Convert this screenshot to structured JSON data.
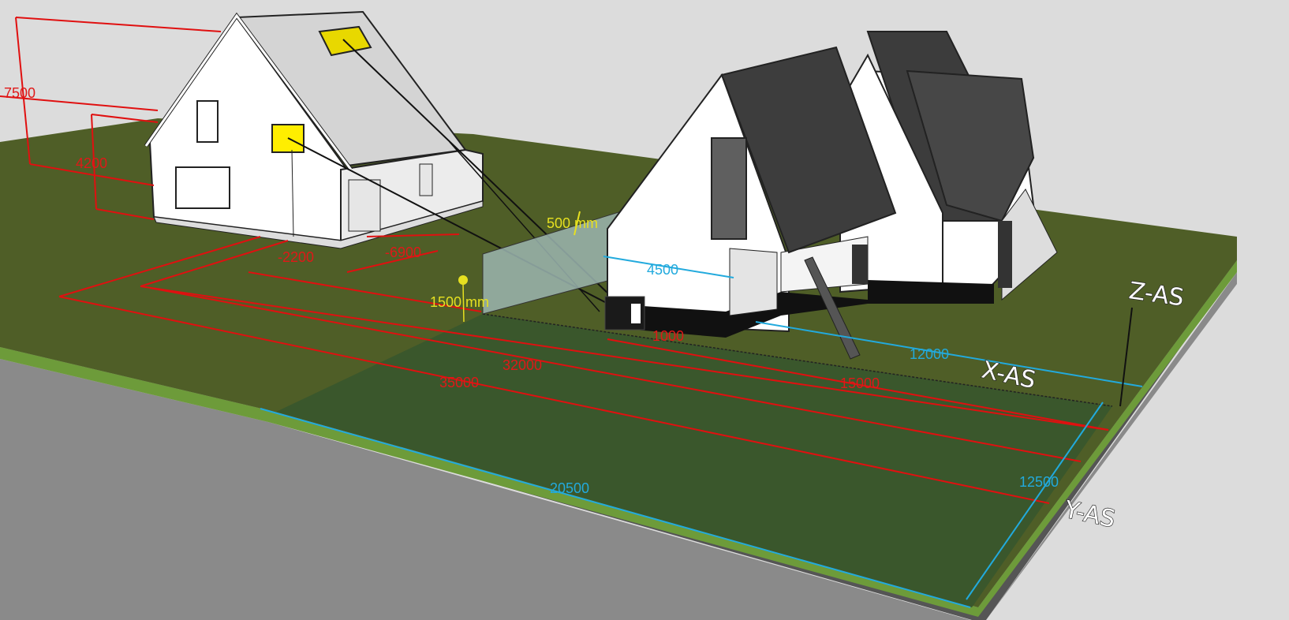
{
  "dimensions": {
    "house_height": "7500",
    "eave_height": "4200",
    "offset_a": "-2200",
    "offset_b": "-6900",
    "fence_top": "500 mm",
    "fence_height": "1500 mm",
    "extension_width": "4500",
    "unit_offset": "1000",
    "distance_32000": "32000",
    "distance_35000": "35000",
    "distance_15000": "15000",
    "distance_12000": "12000",
    "plot_length": "20500",
    "plot_width": "12500"
  },
  "axes": {
    "z": "Z-AS",
    "x": "X-AS",
    "y": "Y-AS"
  },
  "colors": {
    "background": "#dcdcdc",
    "grass": "#4f5e27",
    "lawn": "#3a572c",
    "dimension_red": "#e01010",
    "dimension_blue": "#22aadd",
    "highlight_yellow": "#ffee00"
  }
}
